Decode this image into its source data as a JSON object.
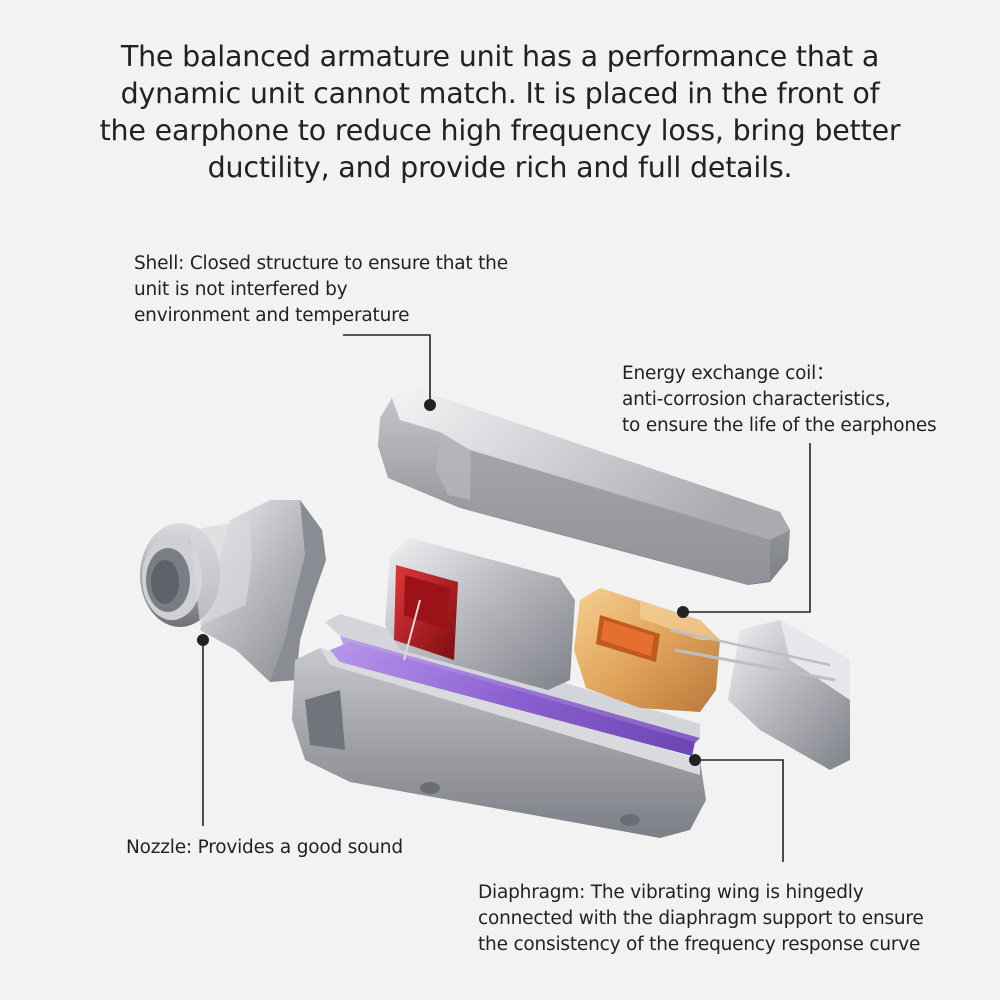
{
  "headline": {
    "lines": [
      "The balanced armature unit has a performance that a",
      "dynamic unit cannot match. It is placed in the front of",
      "the earphone to reduce high frequency loss, bring better",
      "ductility, and provide rich and full details."
    ]
  },
  "callouts": {
    "shell": {
      "lines": [
        "Shell: Closed structure to ensure that the",
        "unit is not interfered by",
        "environment and temperature"
      ]
    },
    "coil": {
      "lines": [
        "Energy exchange coil：",
        "anti-corrosion characteristics,",
        "to ensure the life of the earphones"
      ]
    },
    "nozzle": {
      "lines": [
        "Nozzle: Provides a good sound"
      ]
    },
    "diaphragm": {
      "lines": [
        "Diaphragm: The vibrating wing is hingedly",
        "connected with the diaphragm support to ensure",
        "the consistency of the frequency response curve"
      ]
    }
  },
  "colors": {
    "background": "#f2f2f2",
    "metal_light": "#e9e9ec",
    "metal_dark": "#8d8f96",
    "copper": "#e0a45c",
    "magnet_red": "#b3161a",
    "diaphragm_purple": "#8a5fd0",
    "leader_line": "#222222"
  }
}
